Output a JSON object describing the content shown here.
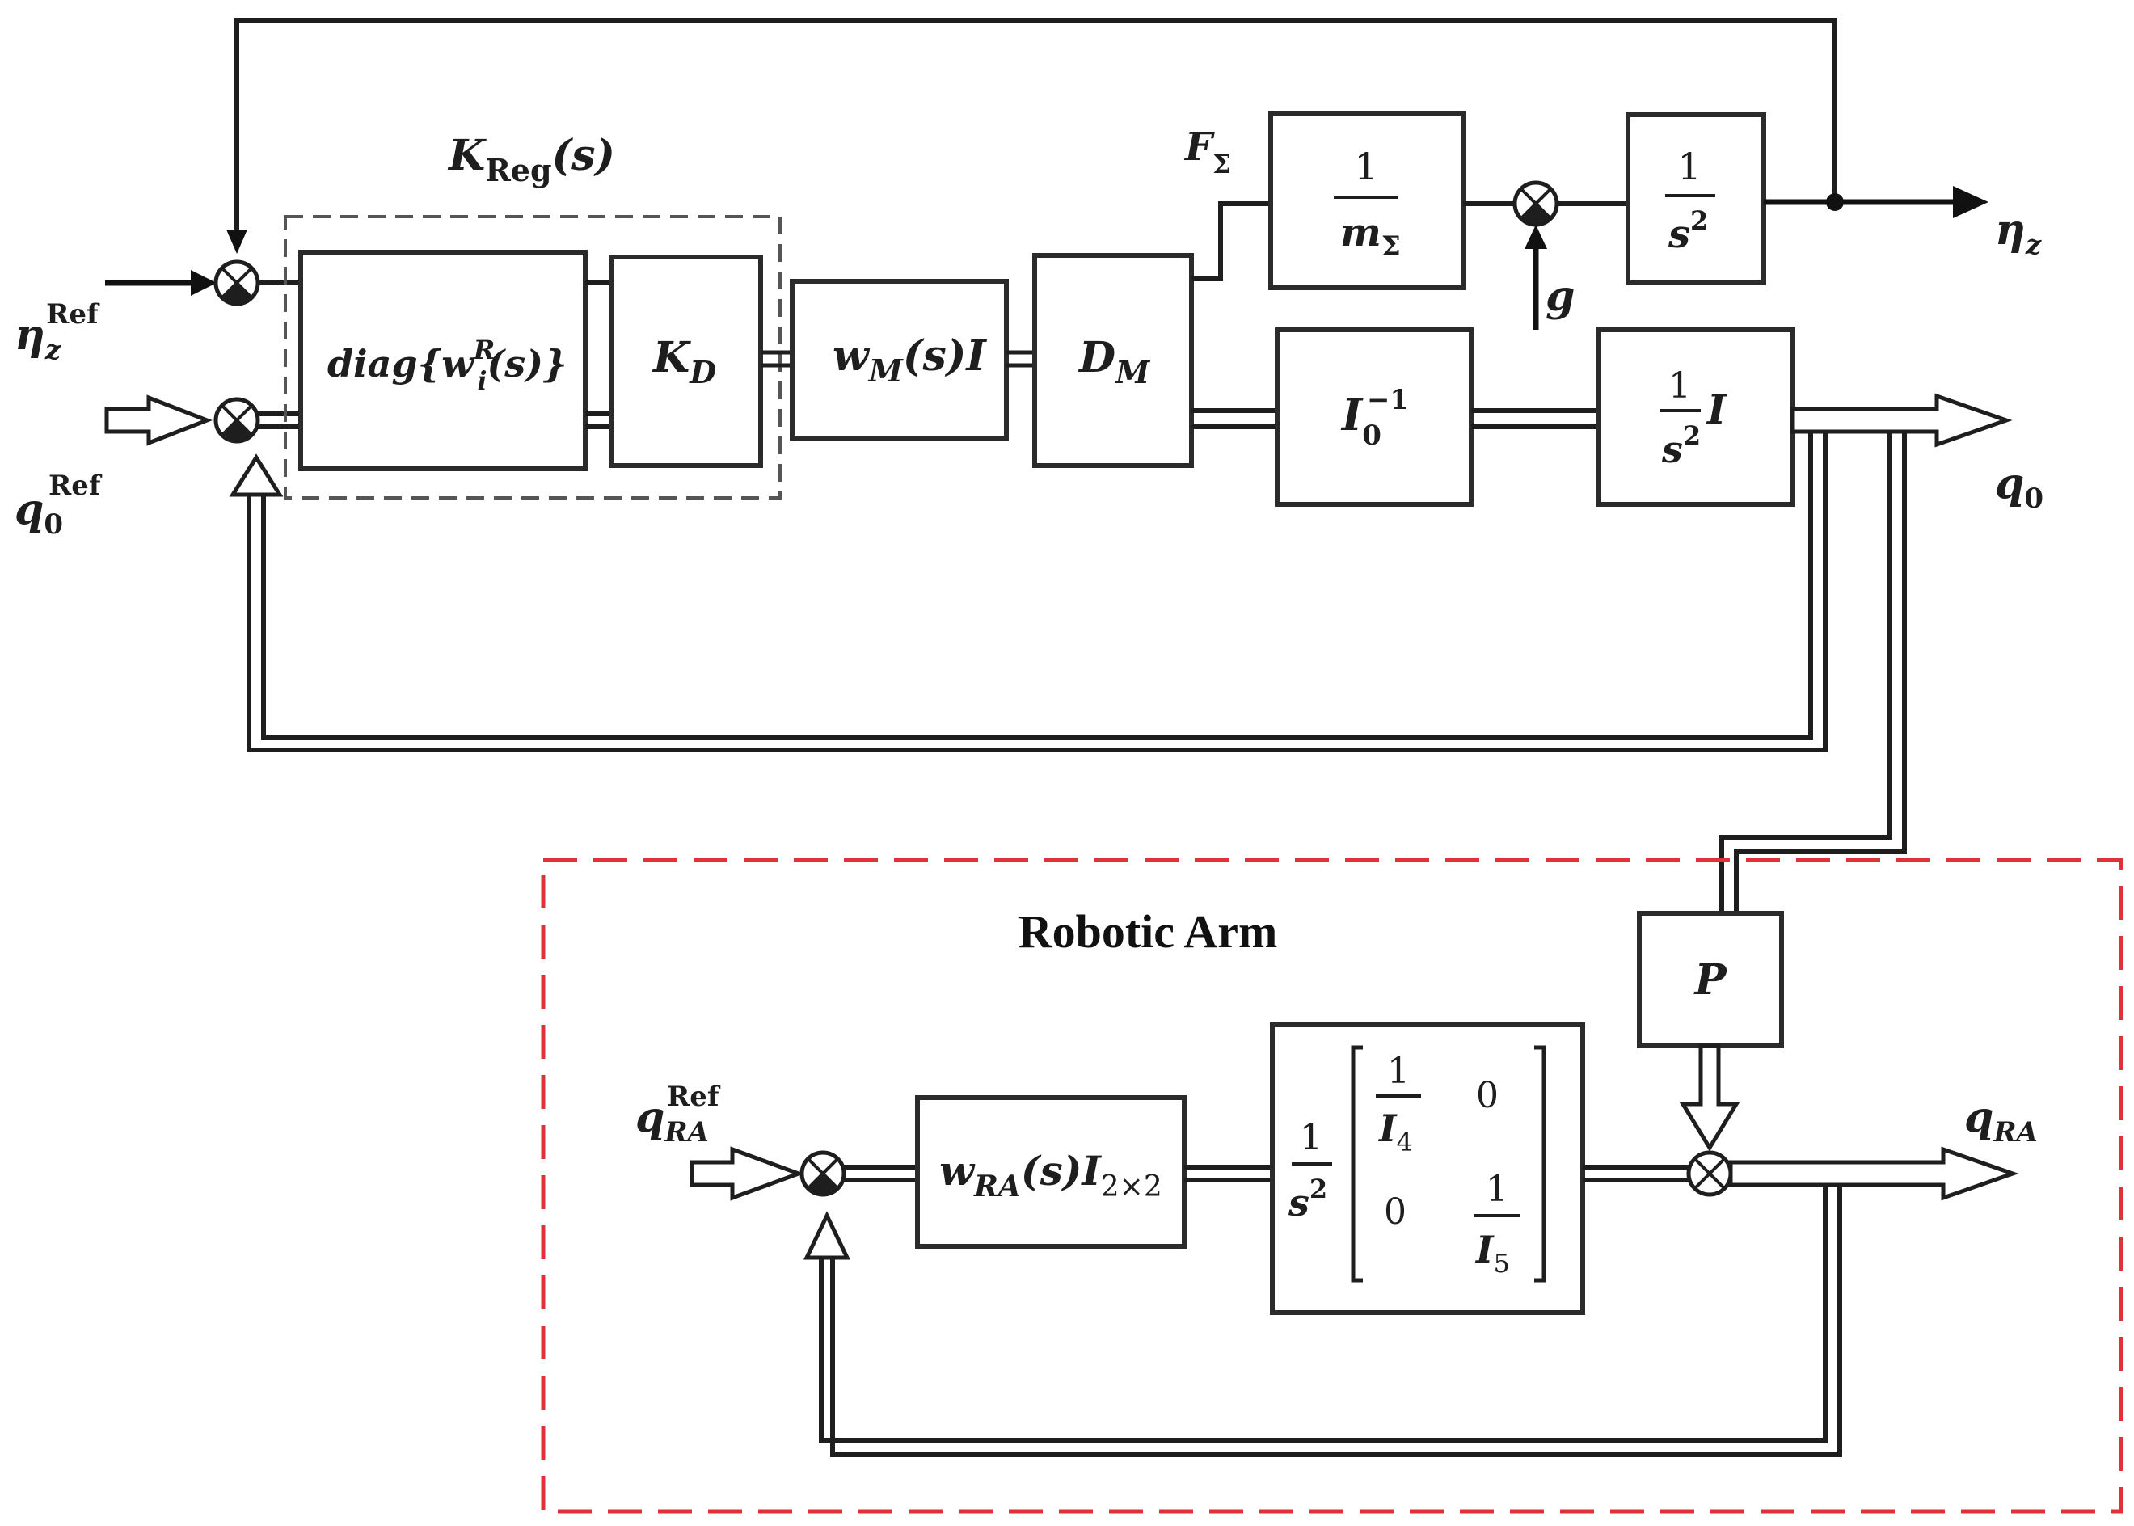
{
  "controller": {
    "label_main": "K",
    "label_sub": "Reg",
    "label_arg": "(s)"
  },
  "blocks": {
    "diag": {
      "pre": "diag{w",
      "sup": "R",
      "sub": "i",
      "post": "(s)}"
    },
    "kd": {
      "main": "K",
      "sub": "D"
    },
    "wm": {
      "main": "w",
      "sub": "M",
      "post": "(s)I"
    },
    "dm": {
      "main": "D",
      "sub": "M"
    },
    "inv_mass": {
      "num": "1",
      "den_main": "m",
      "den_sub": "Σ"
    },
    "int_z": {
      "num": "1",
      "den": "s",
      "den_sup": "2"
    },
    "inv_inertia": {
      "main": "I",
      "sub": "0",
      "sup": "−1"
    },
    "int_q": {
      "num": "1",
      "den": "s",
      "den_sup": "2",
      "tail": "I"
    },
    "p": {
      "label": "P"
    },
    "wra": {
      "main": "w",
      "sub": "RA",
      "mid": "(s)I",
      "sub2": "2×2"
    },
    "arm_matrix": {
      "pre_num": "1",
      "pre_den": "s",
      "pre_sup": "2",
      "m11_num": "1",
      "m11_den": "I",
      "m11_sub": "4",
      "m12": "0",
      "m21": "0",
      "m22_num": "1",
      "m22_den": "I",
      "m22_sub": "5"
    }
  },
  "signals": {
    "eta_ref": {
      "main": "η",
      "sub": "z",
      "sup": "Ref"
    },
    "q0_ref": {
      "main": "q",
      "sub": "0",
      "sup": "Ref"
    },
    "f_sigma": {
      "main": "F",
      "sub": "Σ"
    },
    "g": {
      "main": "g"
    },
    "eta_z": {
      "main": "η",
      "sub": "z"
    },
    "q0": {
      "main": "q",
      "sub": "0"
    },
    "qra_ref": {
      "main": "q",
      "sub": "RA",
      "sup": "Ref"
    },
    "qra": {
      "main": "q",
      "sub": "RA"
    }
  },
  "subsystem": {
    "title": "Robotic Arm"
  },
  "colors": {
    "line": "#1e1e1e",
    "subsystem_border": "#e03038",
    "controller_border": "#555555"
  }
}
